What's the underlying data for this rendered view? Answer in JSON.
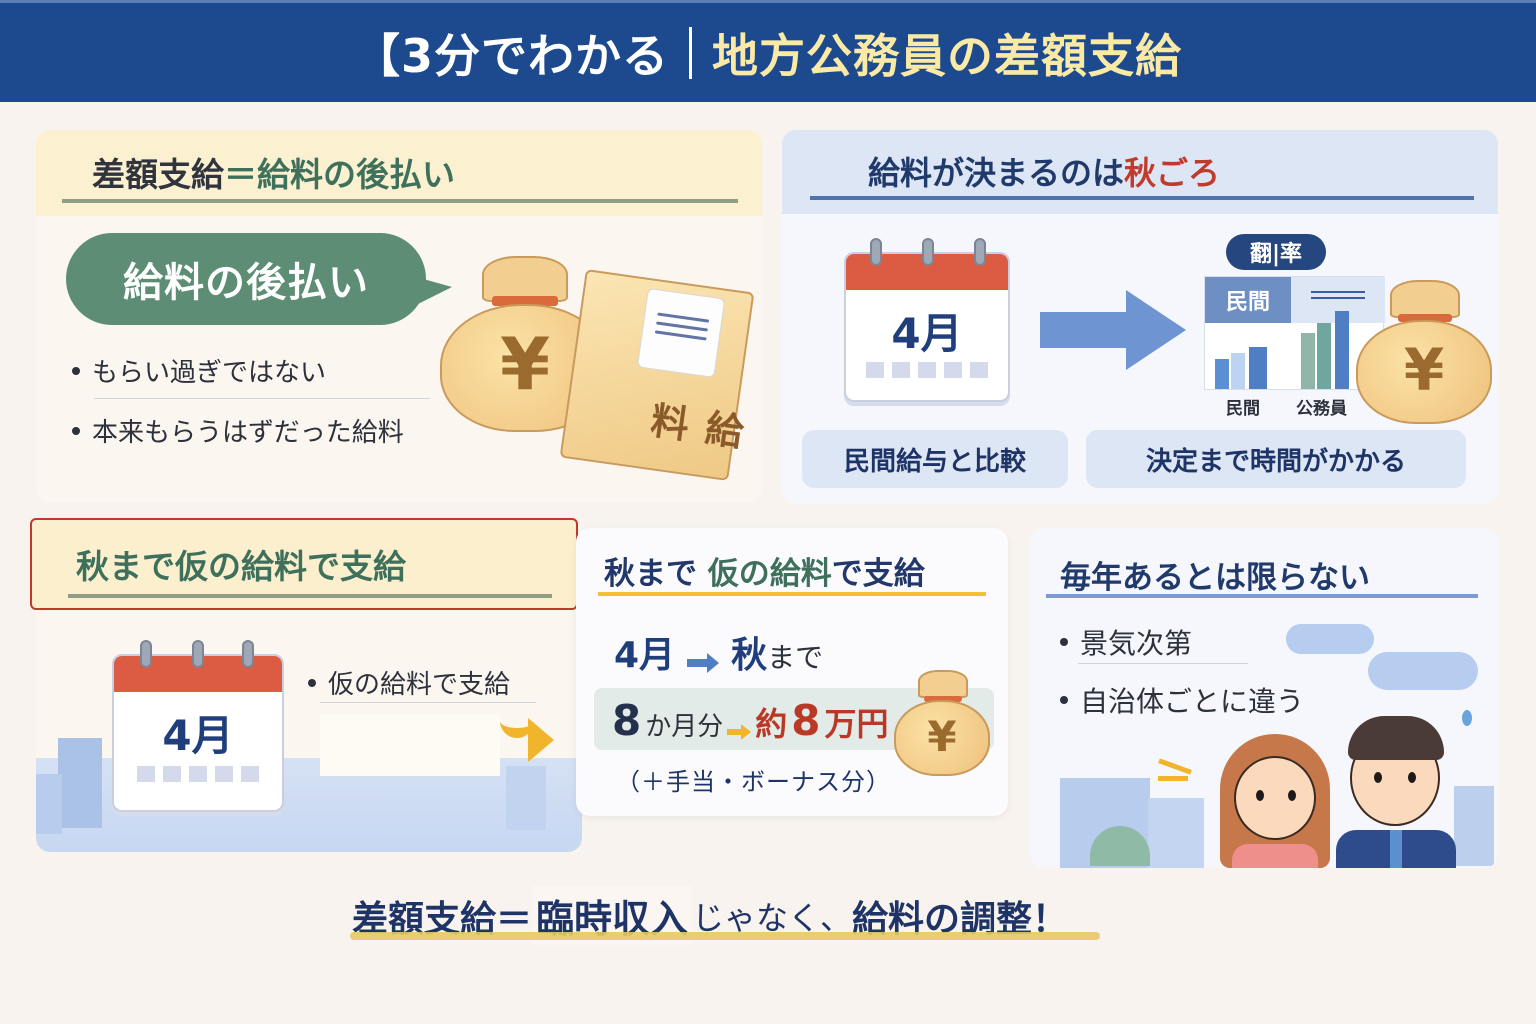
{
  "header": {
    "left": "【3分でわかる",
    "right": "地方公務員の差額支給"
  },
  "panel_postpay": {
    "title_left": "差額支給",
    "title_eq": "＝",
    "title_right": "給料の後払い",
    "bubble": "給料の後払い",
    "bullets": [
      "もらい過ぎではない",
      "本来もらうはずだった給料"
    ],
    "bag_symbol": "¥",
    "envelope_text": "給料"
  },
  "panel_autumn": {
    "title_main": "給料が決まるのは",
    "title_accent": "秋ごろ",
    "calendar_month": "4月",
    "chart_tag": "翻|率",
    "chart_header": "民間",
    "chart_labels": [
      "民間",
      "公務員"
    ],
    "bag_symbol": "¥",
    "box_compare": "民間給与と比較",
    "box_time": "決定まで時間がかかる",
    "colors": {
      "accent_red": "#bf3b2c",
      "navy": "#203a6c"
    }
  },
  "panel_temporary": {
    "title": "秋まで仮の給料で支給",
    "calendar_month": "4月",
    "bullet": "仮の給料で支給"
  },
  "panel_amount": {
    "title_a": "秋まで",
    "title_b": "仮の給料",
    "title_c": "で支給",
    "line1_from": "4月",
    "line1_to": "秋",
    "line1_suffix": "まで",
    "line2_num": "8",
    "line2_unit": "か月分",
    "line2_approx": "約",
    "line2_amount": "8",
    "line2_yen": "万円",
    "note": "（＋手当・ボーナス分）",
    "bag_symbol": "¥"
  },
  "panel_not_yearly": {
    "title": "毎年あるとは限らない",
    "bullets": [
      "景気次第",
      "自治体ごとに違う"
    ]
  },
  "footer": {
    "part1": "差額支給＝",
    "highlight": "臨時収入",
    "part2": "じゃなく、",
    "part3": "給料の調整！"
  }
}
